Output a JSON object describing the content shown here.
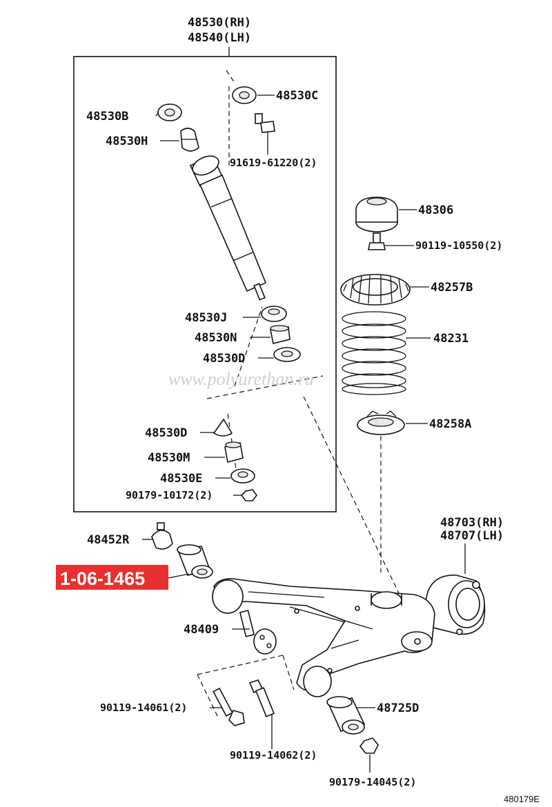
{
  "header_part": {
    "line1": "48530(RH)",
    "line2": "48540(LH)"
  },
  "labels": {
    "p48530C": "48530C",
    "p48530B": "48530B",
    "p48530H": "48530H",
    "p91619": "91619-61220(2)",
    "p48306": "48306",
    "p90119_10550": "90119-10550(2)",
    "p48257B": "48257B",
    "p48231": "48231",
    "p48530J": "48530J",
    "p48530N": "48530N",
    "p48530D_top": "48530D",
    "p48530D_bot": "48530D",
    "p48258A": "48258A",
    "p48530M": "48530M",
    "p48530E": "48530E",
    "p90179_10172": "90179-10172(2)",
    "p48703": "48703(RH)",
    "p48707": "48707(LH)",
    "p48452R": "48452R",
    "p48409": "48409",
    "p48725D": "48725D",
    "p90119_14061": "90119-14061(2)",
    "p90119_14062": "90119-14062(2)",
    "p90179_14045": "90179-14045(2)"
  },
  "highlight": {
    "text": "1-06-1465",
    "color": "#e8312f"
  },
  "watermark": "www.polyurethan.ru",
  "ref_code": "480179E"
}
